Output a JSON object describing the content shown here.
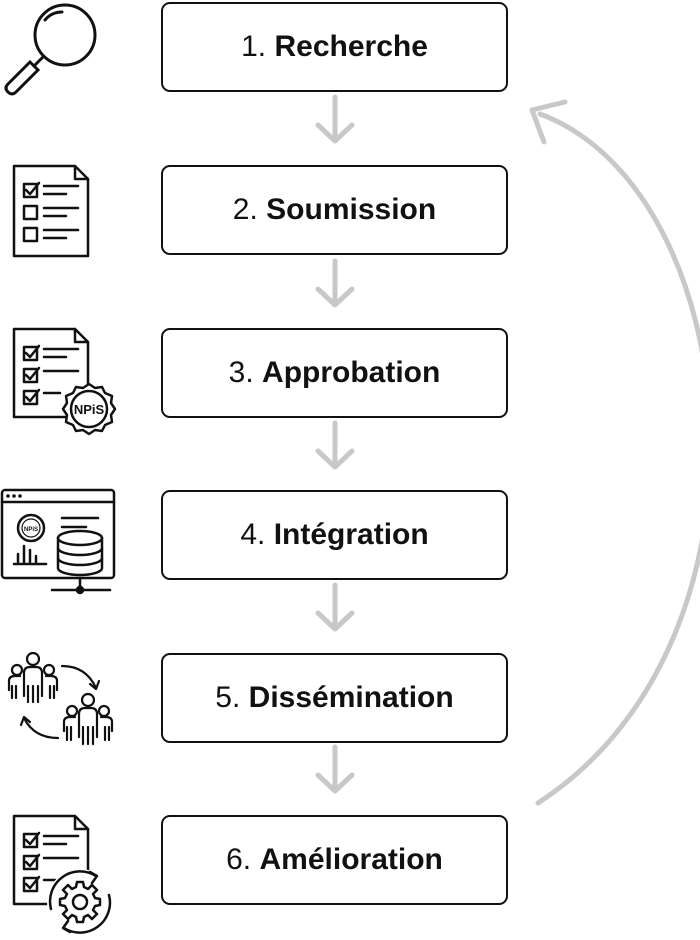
{
  "steps": [
    {
      "number": "1.",
      "name": "Recherche",
      "icon": "magnifier-icon"
    },
    {
      "number": "2.",
      "name": "Soumission",
      "icon": "checklist-document-icon"
    },
    {
      "number": "3.",
      "name": "Approbation",
      "icon": "approved-document-icon"
    },
    {
      "number": "4.",
      "name": "Intégration",
      "icon": "database-window-icon"
    },
    {
      "number": "5.",
      "name": "Dissémination",
      "icon": "people-exchange-icon"
    },
    {
      "number": "6.",
      "name": "Amélioration",
      "icon": "document-gear-icon"
    }
  ],
  "seal_text": "NPiS",
  "colors": {
    "stroke": "#111111",
    "arrow": "#c8c8c8",
    "background": "#ffffff"
  }
}
